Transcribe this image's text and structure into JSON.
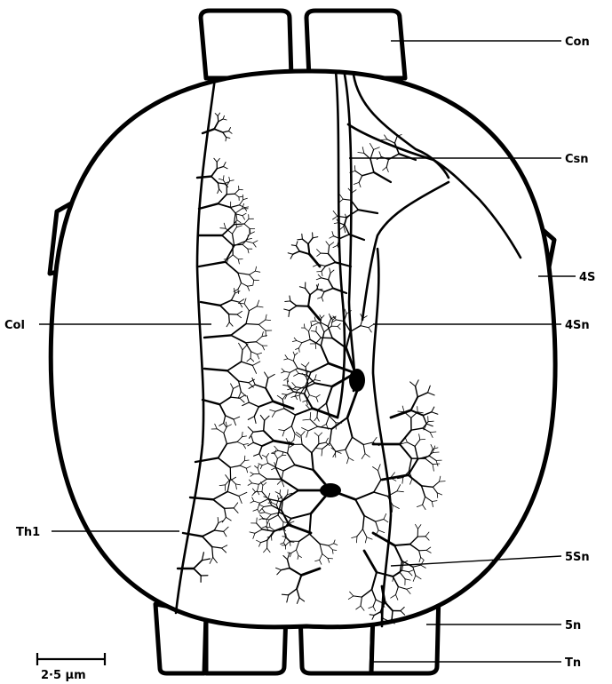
{
  "labels": {
    "con": "Con",
    "csn": "Csn",
    "s4": "4S",
    "col": "Col",
    "sn4": "4Sn",
    "th1": "Th1",
    "ssn5": "5Sn",
    "sn5": "5n",
    "tn": "Tn"
  },
  "scale_bar": {
    "label": "2·5 μm"
  }
}
